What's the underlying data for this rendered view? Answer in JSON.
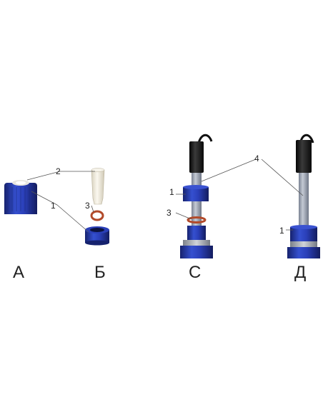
{
  "panels": [
    {
      "id": "a",
      "letter": "А"
    },
    {
      "id": "b",
      "letter": "Б"
    },
    {
      "id": "c",
      "letter": "С"
    },
    {
      "id": "d",
      "letter": "Д"
    }
  ],
  "callouts": {
    "a_cap": "1",
    "a_top": "2",
    "b_sleeve": "2",
    "b_oring": "3",
    "c_cap": "1",
    "c_oring": "3",
    "c_electrode": "4",
    "d_electrode": "4",
    "d_cap": "1"
  },
  "colors": {
    "cap_blue": "#2a3fb8",
    "cap_blue_dark": "#1a2a80",
    "oring": "#b24a2a",
    "sleeve": "#f1ede0",
    "electrode_body": "#9aa3b3",
    "electrode_head": "#1d1d1d",
    "gasket": "#b8bcc4"
  }
}
